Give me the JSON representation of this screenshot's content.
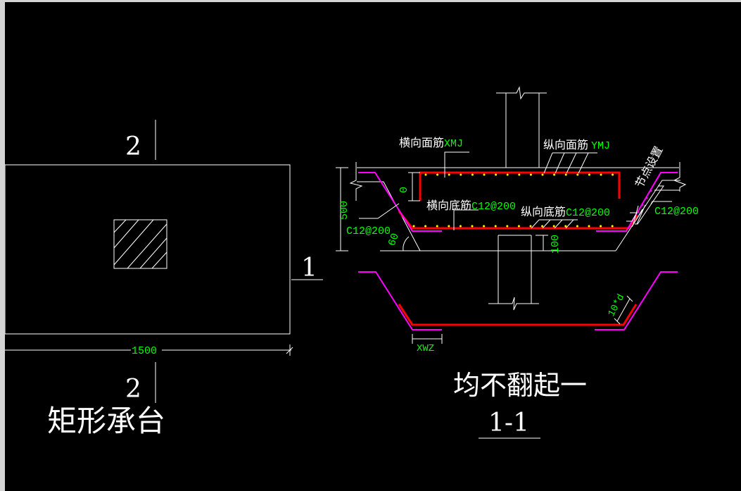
{
  "plan_view": {
    "title": "矩形承台",
    "section_mark_top": "2",
    "section_mark_bottom": "2",
    "section_mark_right": "1",
    "width_dimension": "1500"
  },
  "section_view": {
    "title_line1": "均不翻起一",
    "title_line2": "1-1",
    "labels": {
      "top_transverse": "横向面筋",
      "top_transverse_code": "XMJ",
      "top_longitudinal": "纵向面筋",
      "top_longitudinal_code": "YMJ",
      "bottom_transverse": "横向底筋",
      "bottom_transverse_code": "C12@200",
      "bottom_longitudinal": "纵向底筋",
      "bottom_longitudinal_code": "C12@200",
      "left_slope_rebar": "C12@200",
      "right_slope_rebar": "C12@200",
      "node_setting": "节点设置"
    },
    "dimensions": {
      "height": "500",
      "top_cover": "0",
      "bottom_cover": "100",
      "angle": "60",
      "anchor_length": "10*d",
      "extension": "XWZ"
    }
  },
  "colors": {
    "background": "#000000",
    "lines": "#ffffff",
    "rebar_main": "#ff0000",
    "rebar_slope": "#ff00ff",
    "dimension_text": "#00ff00",
    "rebar_points": "#ffff00"
  }
}
